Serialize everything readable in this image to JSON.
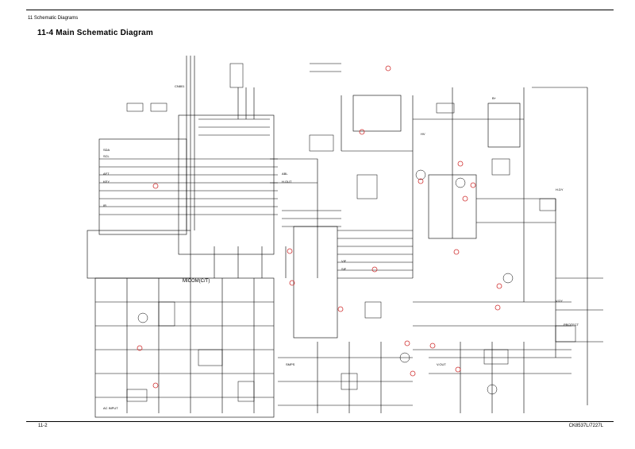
{
  "header": {
    "section": "11 Schematic Diagrams",
    "title": "11-4 Main Schematic Diagram"
  },
  "schematic": {
    "micom_block_label": "MICOM(C/T)"
  },
  "footer": {
    "page": "11-2",
    "model": "CK8537L/7227L"
  },
  "colors": {
    "ink": "#000000",
    "marker": "#d03030",
    "background": "#ffffff"
  }
}
